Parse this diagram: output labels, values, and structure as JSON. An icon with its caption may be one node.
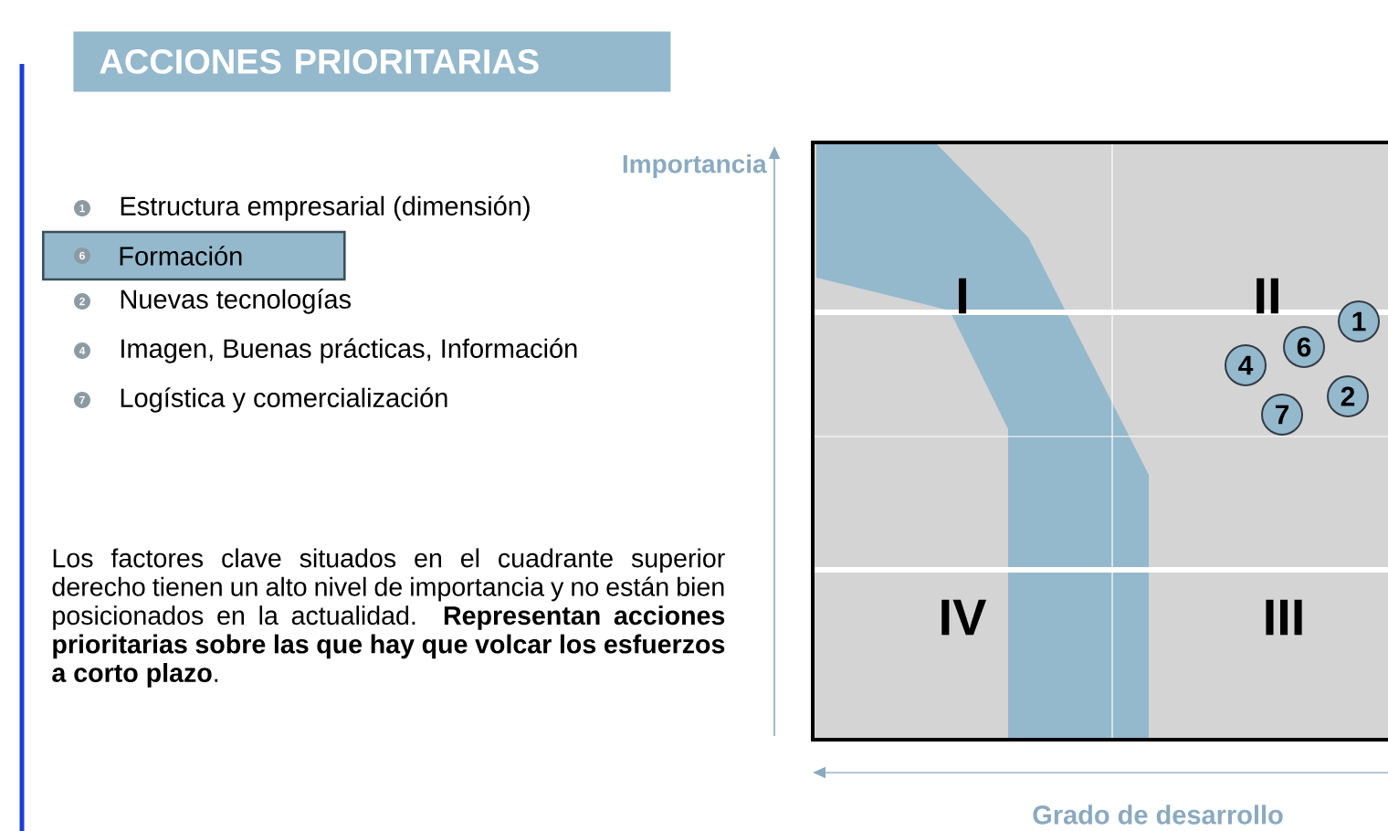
{
  "diagram": {
    "title": "ACCIONES PRIORITARIAS",
    "nodes": [
      {
        "text": [
          "6",
          "Formación"
        ]
      },
      {
        "text": [
          "1"
        ]
      },
      {
        "text": [
          "6"
        ]
      },
      {
        "text": [
          "4"
        ]
      },
      {
        "text": [
          "2"
        ]
      },
      {
        "text": [
          "7"
        ]
      }
    ],
    "labels": [
      "Importancia",
      "1",
      "Estructura empresarial (dimensión)",
      "2",
      "Nuevas tecnologías",
      "4",
      "Imagen, Buenas prácticas, Información",
      "7",
      "Logística y comercialización",
      "I",
      "II",
      "IV",
      "III",
      "Los factores clave situados en el cuadrante superior derecho tienen un alto nivel de importancia y no están bien posicionados en la actualidad. **Representan acciones prioritarias sobre las que hay que volcar los esfuerzos a corto plazo**.",
      "Grado de desarrollo"
    ]
  }
}
